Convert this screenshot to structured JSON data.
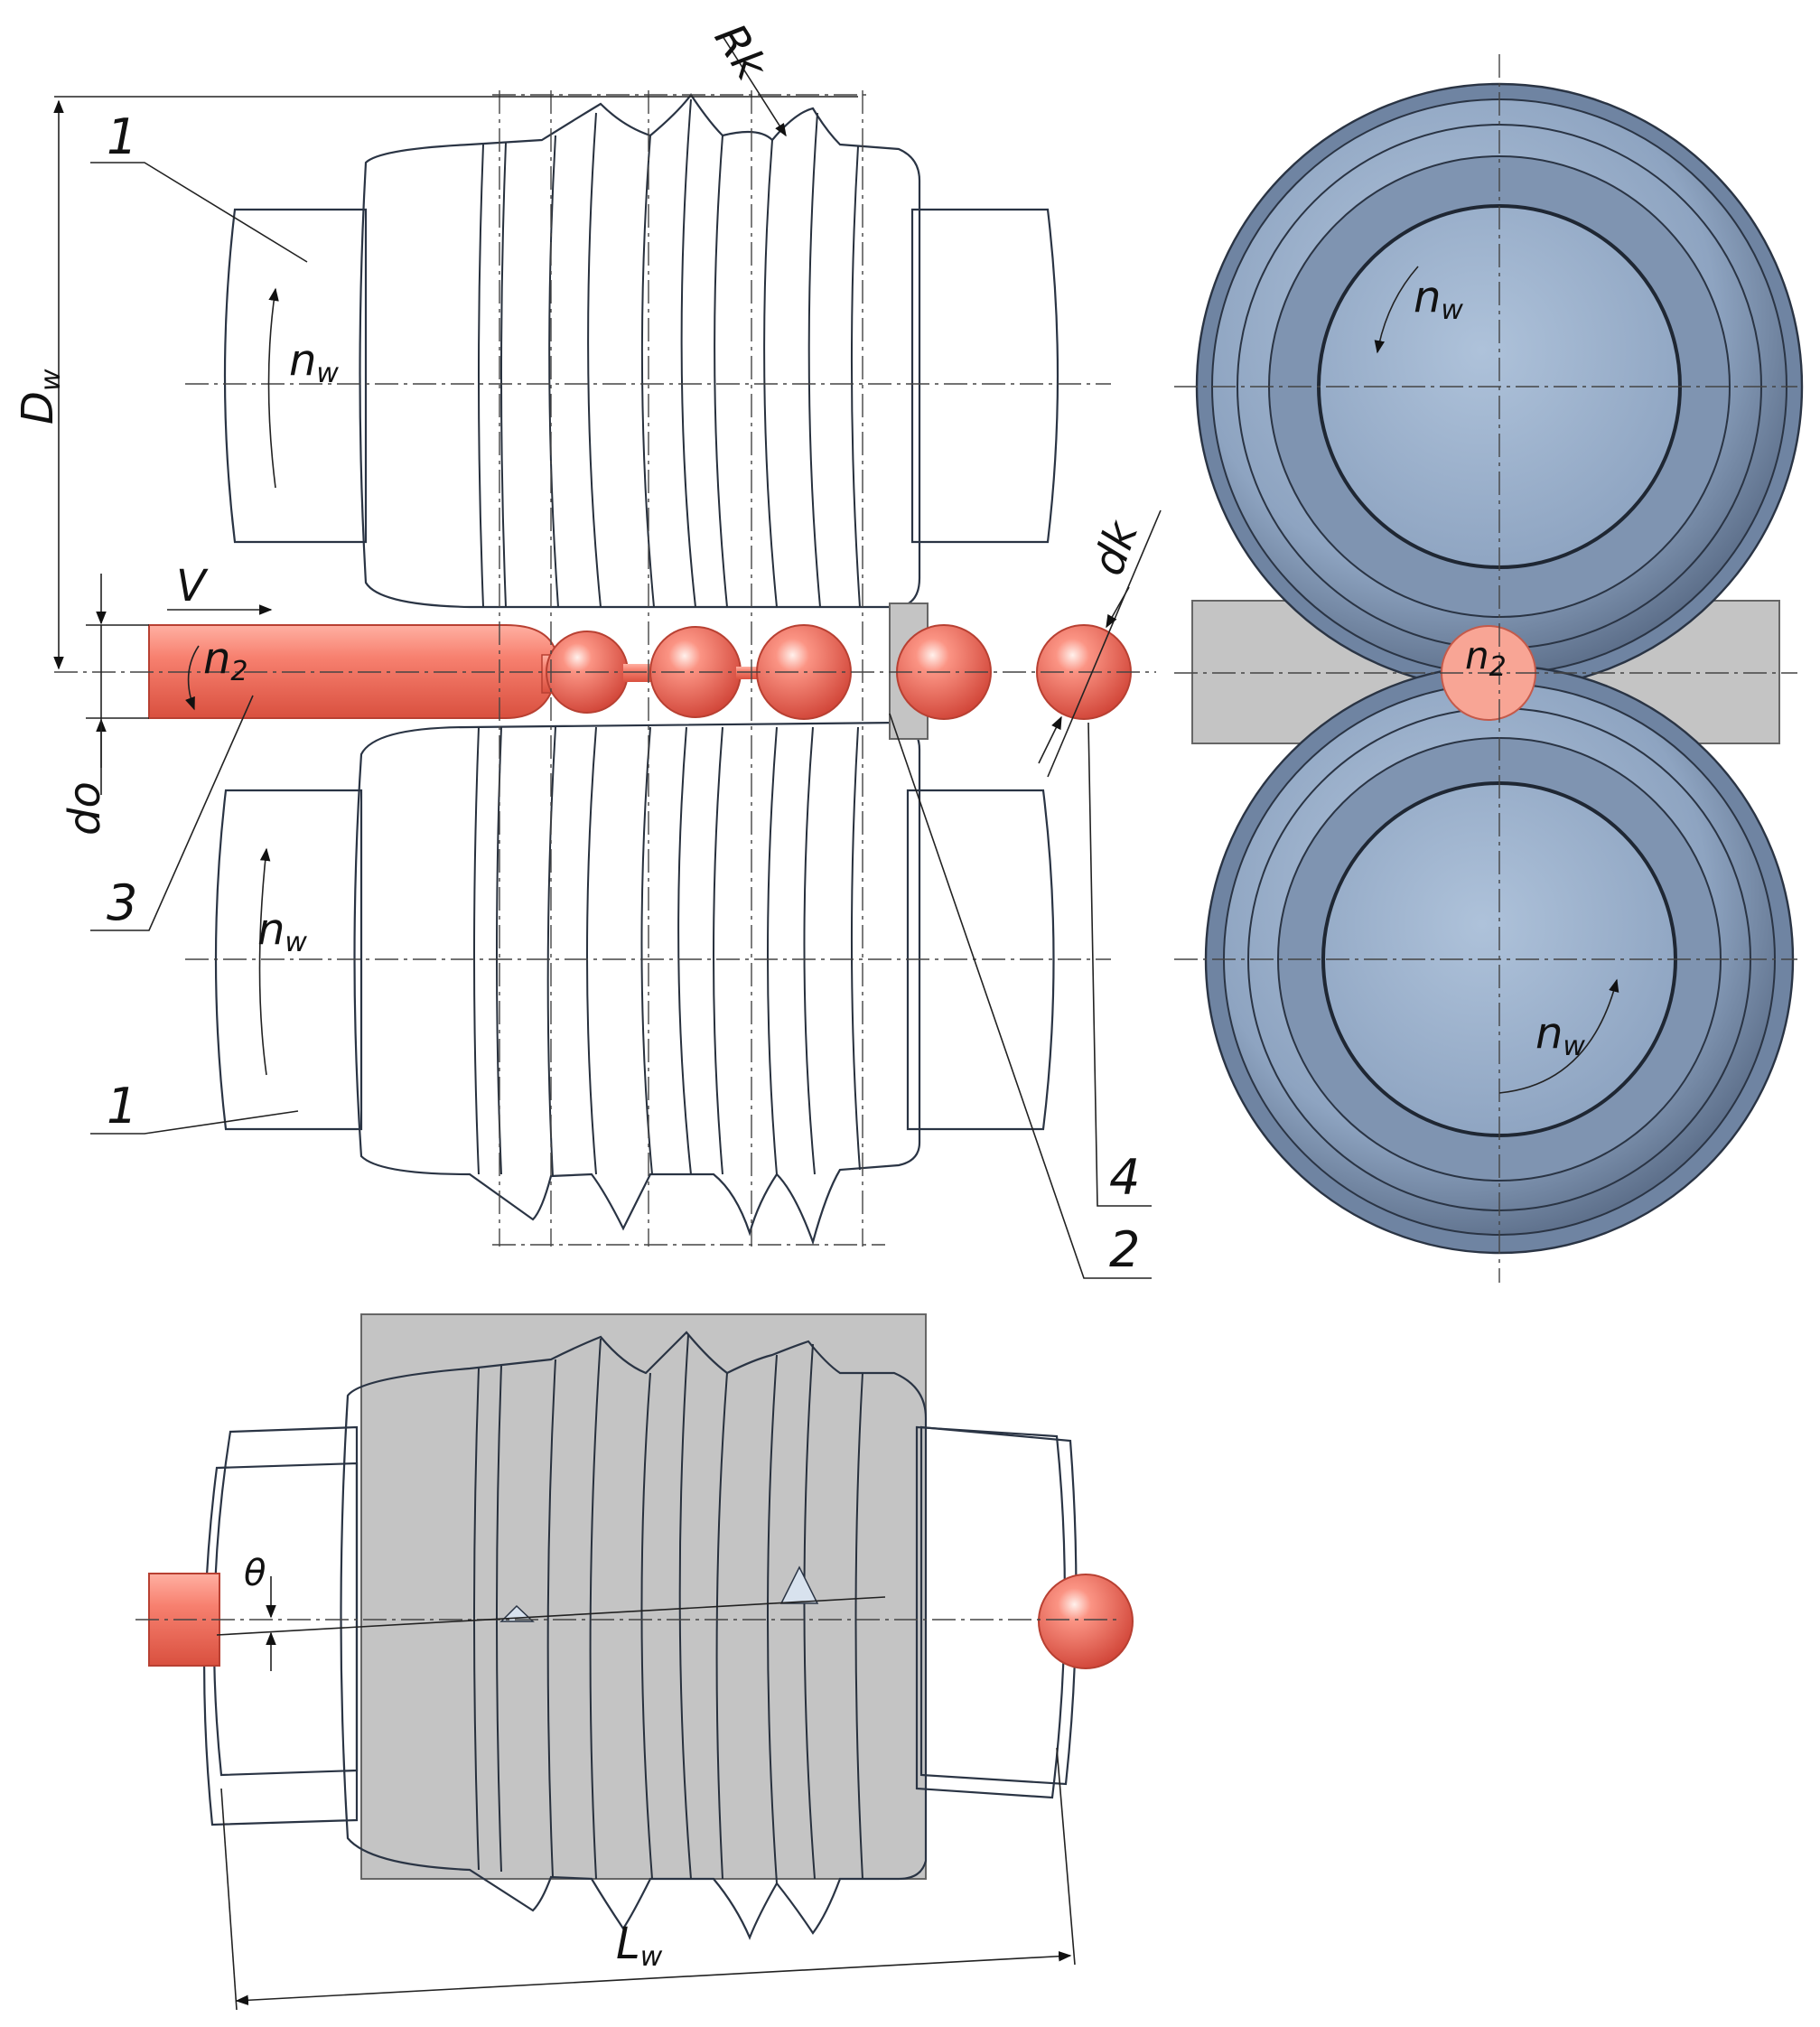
{
  "labels": {
    "roll_top": "1",
    "roll_bottom": "1",
    "guide": "2",
    "billet": "3",
    "ball": "4"
  },
  "symbols": {
    "Rk": "Rk",
    "Dw_main": "D",
    "Dw_sub": "w",
    "V": "V",
    "n2_main": "n",
    "n2_sub": "2",
    "nw_main": "n",
    "nw_sub": "w",
    "dk": "dk",
    "do": "do",
    "Lw_main": "L",
    "Lw_sub": "w",
    "theta": "θ"
  },
  "colors": {
    "roll": "#8ea3bf",
    "roll_dark": "#4d5d74",
    "workpiece": "#f2786a",
    "guide": "#c4c4c4"
  }
}
